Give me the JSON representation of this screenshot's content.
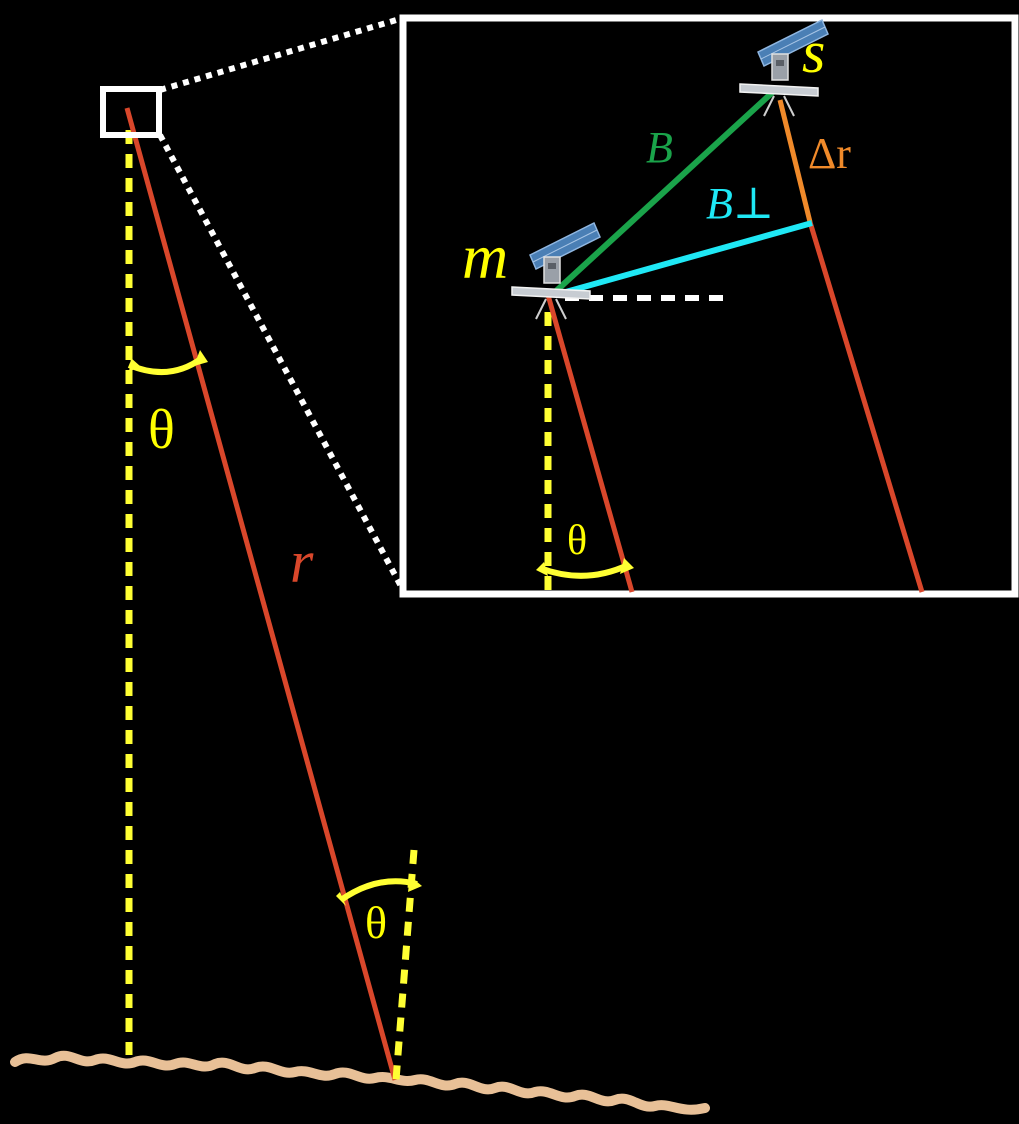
{
  "colors": {
    "background": "#000000",
    "ground": "#e8c097",
    "range_line": "#d9472b",
    "delta_r": "#f08a2a",
    "vertical": "#ffff33",
    "label_yellow": "#ffff00",
    "baseline_b": "#1aa34a",
    "baseline_perp": "#1fe8f5",
    "frame": "#ffffff"
  },
  "labels": {
    "theta_main": "θ",
    "range": "r",
    "theta_ground": "θ",
    "master": "m",
    "slave": "s",
    "baseline": "B",
    "baseline_perp": "B⊥",
    "delta_r": "Δr",
    "theta_inset": "θ"
  },
  "icons": {
    "master_satellite": "satellite-icon",
    "slave_satellite": "satellite-icon"
  }
}
